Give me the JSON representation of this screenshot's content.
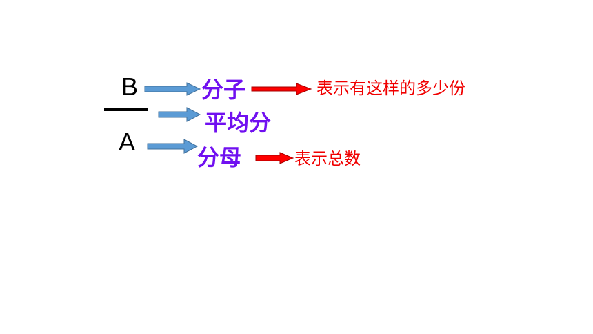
{
  "fraction": {
    "numerator": "B",
    "denominator": "A"
  },
  "labels": {
    "numerator_term": "分子",
    "bar_term": "平均分",
    "denominator_term": "分母",
    "numerator_meaning": "表示有这样的多少份",
    "denominator_meaning": "表示总数"
  },
  "colors": {
    "letter": "#000000",
    "term": "#7010F0",
    "meaning": "#F00000",
    "blue_arrow_fill": "#5B9BD5",
    "blue_arrow_stroke": "#41719C",
    "red_arrow_fill": "#FF0000",
    "red_arrow_stroke": "#A50000"
  }
}
